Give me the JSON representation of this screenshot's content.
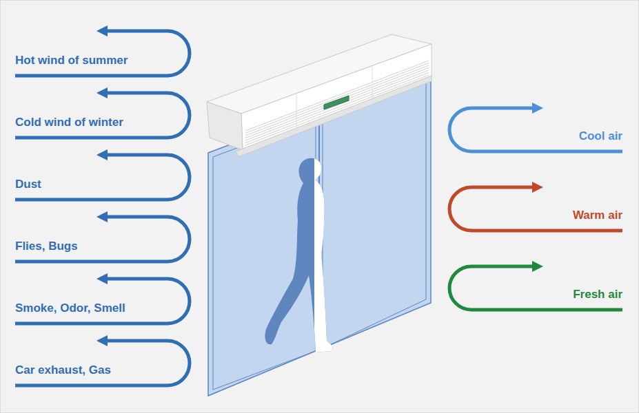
{
  "diagram": {
    "labels": [
      "Hot wind of summer",
      "Cold wind of winter",
      "Dust",
      "Flies, Bugs",
      "Smoke, Odor, Smell",
      "Car exhaust, Gas",
      "Cool air",
      "Warm air",
      "Fresh air"
    ]
  }
}
